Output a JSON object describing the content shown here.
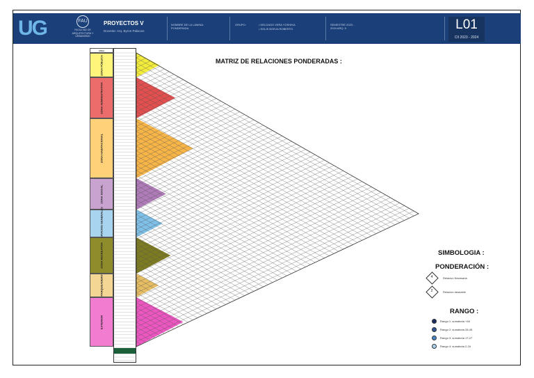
{
  "header": {
    "ug_logo": "UG",
    "fau_logo_mark": "FAU",
    "fau_logo_text": "FACULTAD DE ARQUITECTURA Y URBANISMO",
    "project_title": "PROYECTOS V",
    "project_subtitle": "Docente: Arq. Byron Palacios",
    "section_a": "NOMBRE DE LA LAMINA: PONDERADA",
    "section_b_label": "GRUPO:",
    "section_c_items": [
      "• DELGADO VERA YOSHIKA",
      "• SOLIS BORJA ROBERTO"
    ],
    "section_d": "SEMESTRE 2023 - 2024 ARQ. 5",
    "sheet_code": "L01",
    "cycle": "CII  2023 - 2024"
  },
  "matrix": {
    "title": "MATRIZ DE RELACIONES PONDERADAS :",
    "column_header": "ÁREA",
    "zones": [
      {
        "label": "ZONA PÚBLICA",
        "color": "#fff57a",
        "tri_color": "#f4ec3a"
      },
      {
        "label": "ZONA ADMINISTRATIVA",
        "color": "#ec6b6b",
        "tri_color": "#e34f4f"
      },
      {
        "label": "ZONA HABITACIONAL",
        "color": "#ffd27a",
        "tri_color": "#f7b548"
      },
      {
        "label": "ZONA SOCIAL",
        "color": "#c9a3cf",
        "tri_color": "#b07bb9"
      },
      {
        "label": "SERVICIOS GENERALES",
        "color": "#a9d4ef",
        "tri_color": "#7fc0e8"
      },
      {
        "label": "ZONA RECREATIVA",
        "color": "#8e8c2b",
        "tri_color": "#7d7b21"
      },
      {
        "label": "PARQUEADERO",
        "color": "#f4d694",
        "tri_color": "#e6bd63"
      },
      {
        "label": "EXTERIOR",
        "color": "#f27dd0",
        "tri_color": "#ec56c1"
      }
    ]
  },
  "legend": {
    "symbology_title": "SIMBOLOGIA :",
    "weighting_title": "PONDERACIÓN :",
    "weighting_items": [
      {
        "value": "4",
        "label": "Relacion Necesaria"
      },
      {
        "value": "2",
        "label": "Relacion deseable"
      }
    ],
    "range_title": "RANGO :",
    "range_items": [
      {
        "label": "Rango 1: sumatoria +46",
        "color": "#1b2c63"
      },
      {
        "label": "Rango 2: sumatoria 28-45",
        "color": "#2f5597"
      },
      {
        "label": "Rango 3: sumatoria 17-27",
        "color": "#4a86c8"
      },
      {
        "label": "Rango 4: sumatoria 2-16",
        "color": "#a8d2f0"
      }
    ]
  }
}
